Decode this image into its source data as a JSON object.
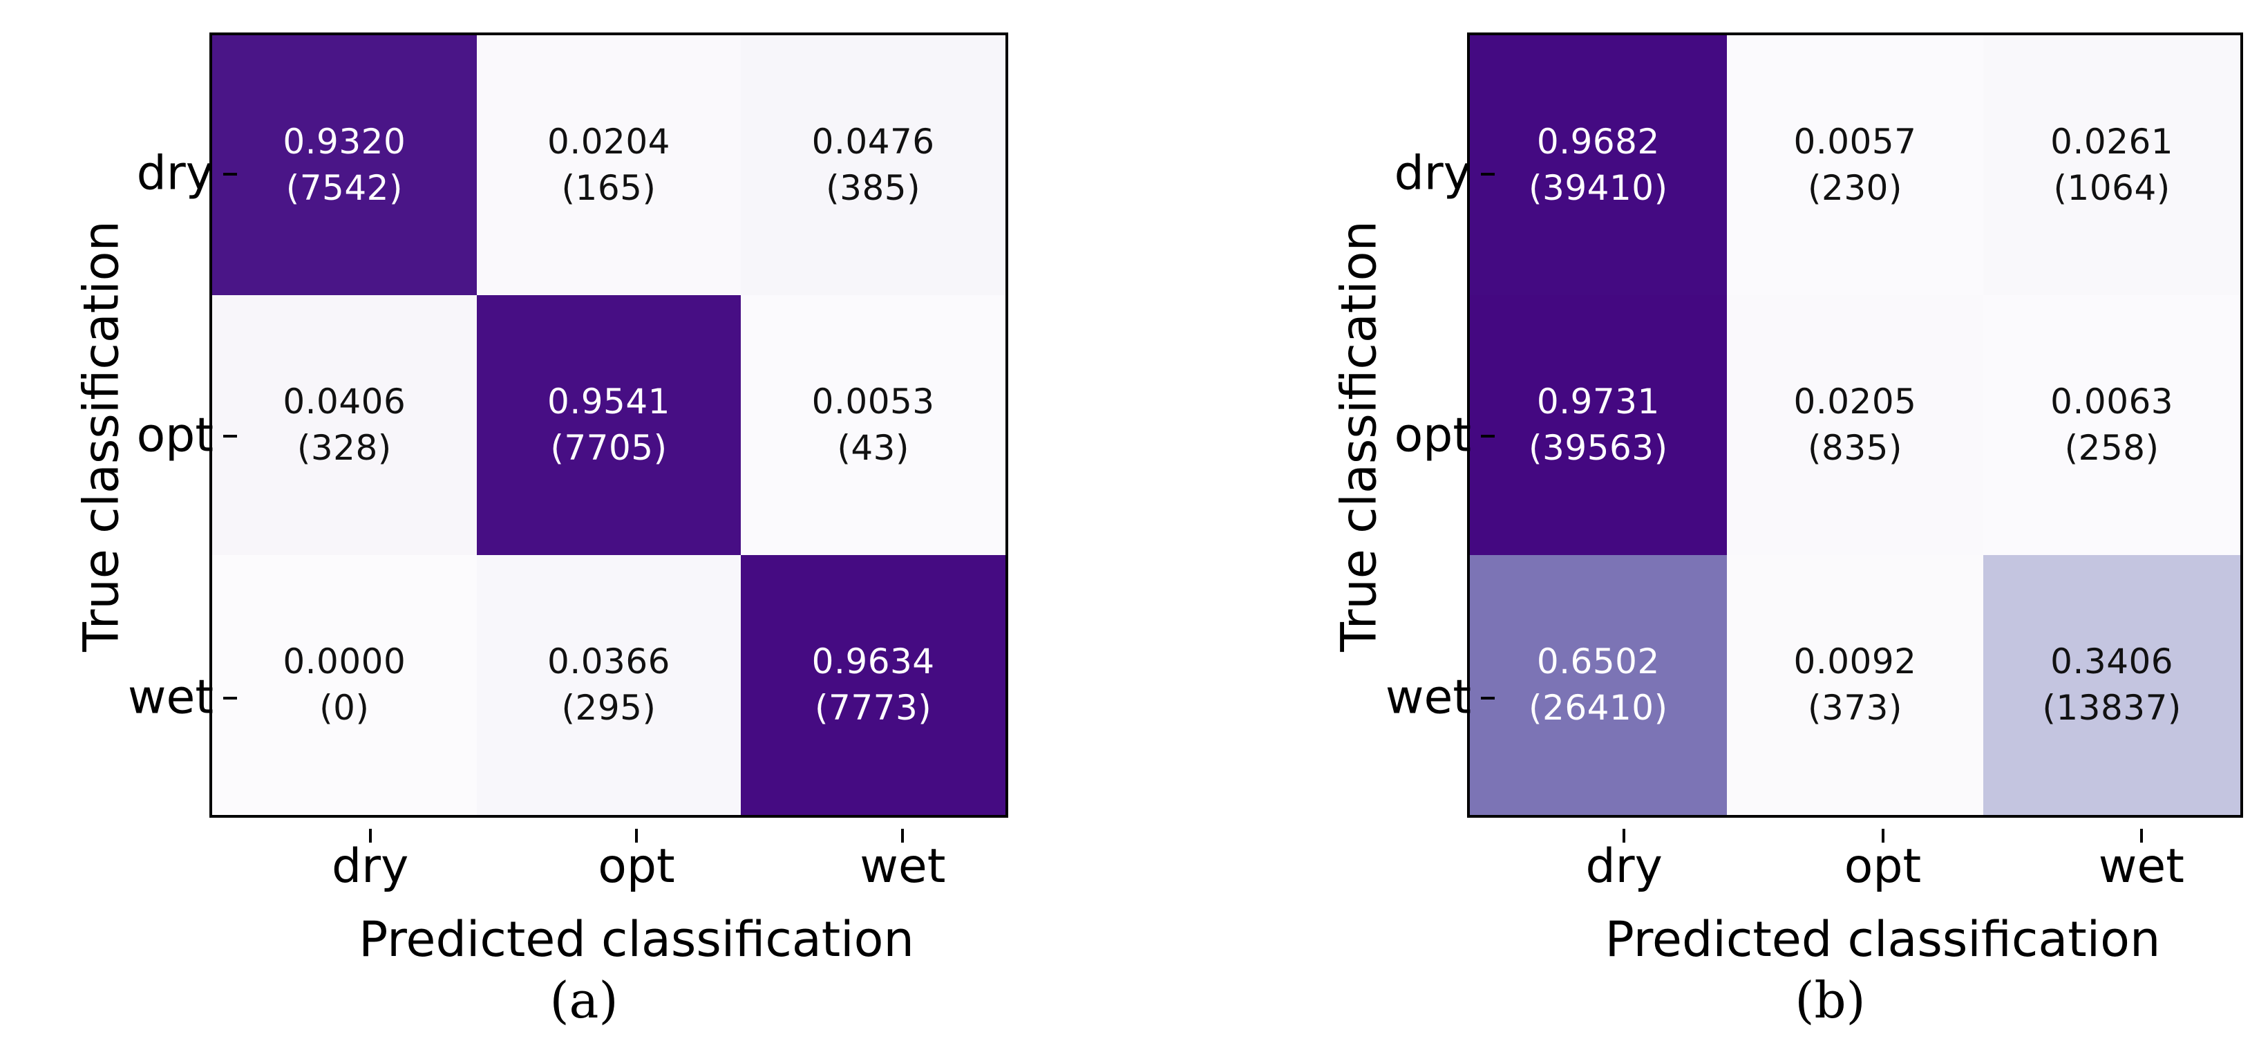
{
  "figure": {
    "background": "#ffffff",
    "axis_color": "#000000",
    "label_color": "#000000",
    "cell_text_dark": "#111111",
    "cell_text_light": "#ffffff",
    "colormap_name": "Purples",
    "colormap_anchors": [
      "#fcfbfd",
      "#efedf5",
      "#dadaeb",
      "#bcbddc",
      "#9e9ac8",
      "#807dba",
      "#6a51a3",
      "#54278f",
      "#3f007d"
    ],
    "light_text_threshold": 0.5
  },
  "chart_data": [
    {
      "type": "heatmap",
      "name": "confusion-matrix-a",
      "caption": "(a)",
      "xlabel": "Predicted classification",
      "ylabel": "True classification",
      "x_categories": [
        "dry",
        "opt",
        "wet"
      ],
      "y_categories": [
        "dry",
        "opt",
        "wet"
      ],
      "rows": [
        {
          "true_label": "dry",
          "cells": [
            {
              "fraction": "0.9320",
              "count": "(7542)",
              "value": 0.932
            },
            {
              "fraction": "0.0204",
              "count": "(165)",
              "value": 0.0204
            },
            {
              "fraction": "0.0476",
              "count": "(385)",
              "value": 0.0476
            }
          ]
        },
        {
          "true_label": "opt",
          "cells": [
            {
              "fraction": "0.0406",
              "count": "(328)",
              "value": 0.0406
            },
            {
              "fraction": "0.9541",
              "count": "(7705)",
              "value": 0.9541
            },
            {
              "fraction": "0.0053",
              "count": "(43)",
              "value": 0.0053
            }
          ]
        },
        {
          "true_label": "wet",
          "cells": [
            {
              "fraction": "0.0000",
              "count": "(0)",
              "value": 0.0
            },
            {
              "fraction": "0.0366",
              "count": "(295)",
              "value": 0.0366
            },
            {
              "fraction": "0.9634",
              "count": "(7773)",
              "value": 0.9634
            }
          ]
        }
      ]
    },
    {
      "type": "heatmap",
      "name": "confusion-matrix-b",
      "caption": "(b)",
      "xlabel": "Predicted classification",
      "ylabel": "True classification",
      "x_categories": [
        "dry",
        "opt",
        "wet"
      ],
      "y_categories": [
        "dry",
        "opt",
        "wet"
      ],
      "rows": [
        {
          "true_label": "dry",
          "cells": [
            {
              "fraction": "0.9682",
              "count": "(39410)",
              "value": 0.9682
            },
            {
              "fraction": "0.0057",
              "count": "(230)",
              "value": 0.0057
            },
            {
              "fraction": "0.0261",
              "count": "(1064)",
              "value": 0.0261
            }
          ]
        },
        {
          "true_label": "opt",
          "cells": [
            {
              "fraction": "0.9731",
              "count": "(39563)",
              "value": 0.9731
            },
            {
              "fraction": "0.0205",
              "count": "(835)",
              "value": 0.0205
            },
            {
              "fraction": "0.0063",
              "count": "(258)",
              "value": 0.0063
            }
          ]
        },
        {
          "true_label": "wet",
          "cells": [
            {
              "fraction": "0.6502",
              "count": "(26410)",
              "value": 0.6502
            },
            {
              "fraction": "0.0092",
              "count": "(373)",
              "value": 0.0092
            },
            {
              "fraction": "0.3406",
              "count": "(13837)",
              "value": 0.3406
            }
          ]
        }
      ]
    }
  ]
}
